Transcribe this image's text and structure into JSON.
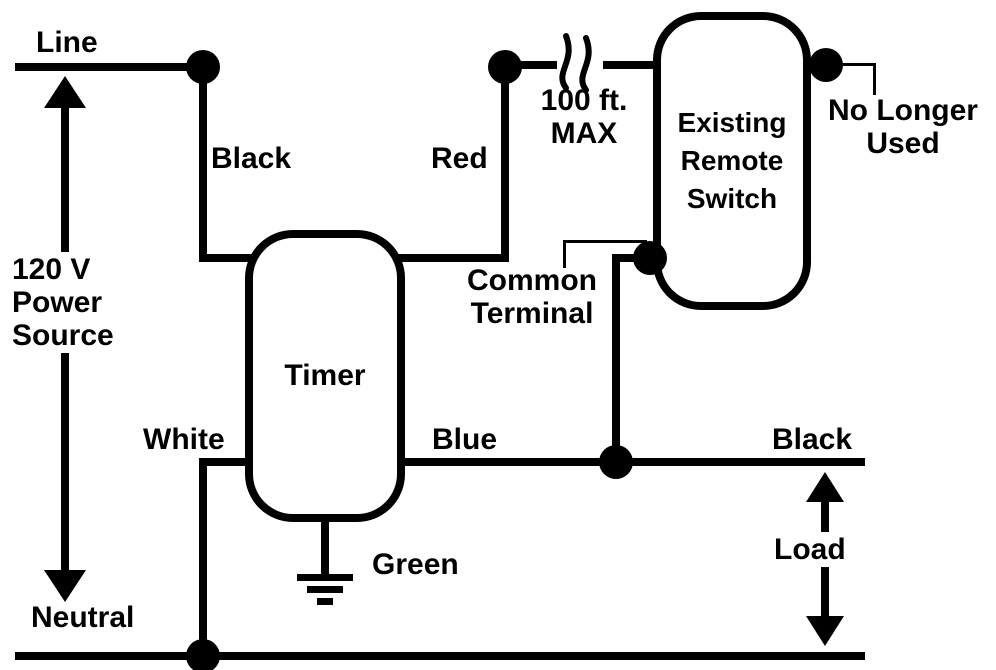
{
  "colors": {
    "wire": "#000000",
    "background": "#ffffff",
    "text": "#000000"
  },
  "labels": {
    "line": "Line",
    "power_source": "120 V\nPower\nSource",
    "neutral": "Neutral",
    "black_input": "Black",
    "red": "Red",
    "max_distance": "100 ft.\nMAX",
    "timer": "Timer",
    "existing_remote_switch": "Existing\nRemote\nSwitch",
    "no_longer_used": "No Longer\nUsed",
    "common_terminal": "Common\nTerminal",
    "white": "White",
    "blue": "Blue",
    "black_load": "Black",
    "load": "Load",
    "green": "Green"
  }
}
